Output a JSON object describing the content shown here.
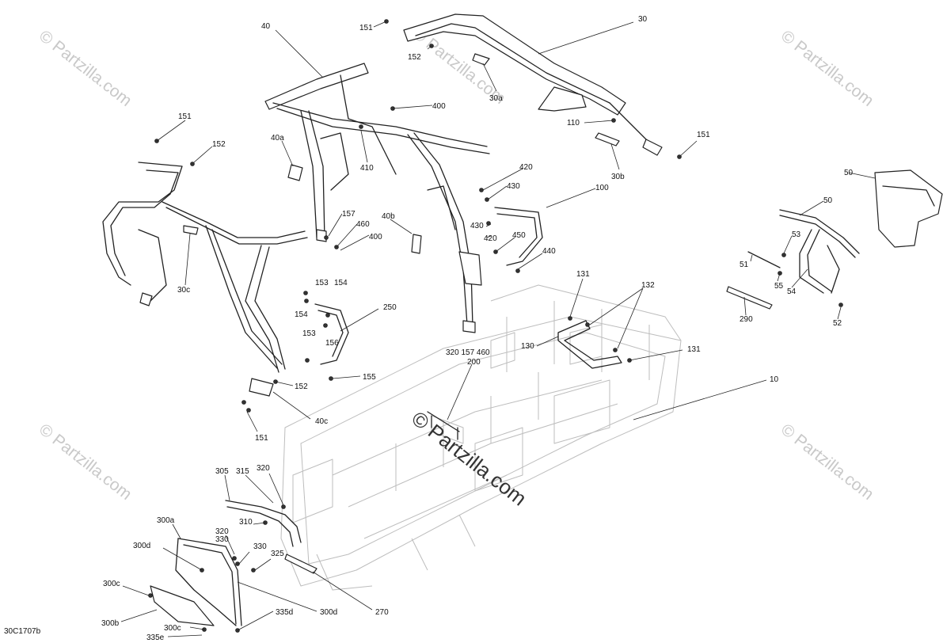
{
  "diagram": {
    "catalog_code": "30C1707b",
    "watermarks": [
      {
        "id": "wm-top-left",
        "text": "© Partzilla.com"
      },
      {
        "id": "wm-top-right",
        "text": "© Partzilla.com"
      },
      {
        "id": "wm-bottom-left",
        "text": "© Partzilla.com"
      },
      {
        "id": "wm-bottom-right",
        "text": "© Partzilla.com"
      },
      {
        "id": "wm-center",
        "text": "© Partzilla.com"
      },
      {
        "id": "wm-top-center",
        "text": "© Partzilla.com"
      }
    ],
    "callouts": [
      "30",
      "151",
      "152",
      "30a",
      "110",
      "151",
      "30b",
      "40",
      "400",
      "410",
      "40a",
      "151",
      "152",
      "157",
      "460",
      "400",
      "40b",
      "420",
      "430",
      "100",
      "430",
      "420",
      "450",
      "440",
      "30c",
      "153",
      "154",
      "154",
      "153",
      "250",
      "156",
      "155",
      "152",
      "40c",
      "151",
      "320 157 460",
      "200",
      "131",
      "132",
      "130",
      "131",
      "10",
      "50",
      "50",
      "53",
      "51",
      "55",
      "54",
      "290",
      "52",
      "305",
      "315",
      "320",
      "310",
      "300a",
      "320",
      "330",
      "300d",
      "330",
      "325",
      "300c",
      "300b",
      "300c",
      "335d",
      "300d",
      "270",
      "335e"
    ]
  }
}
